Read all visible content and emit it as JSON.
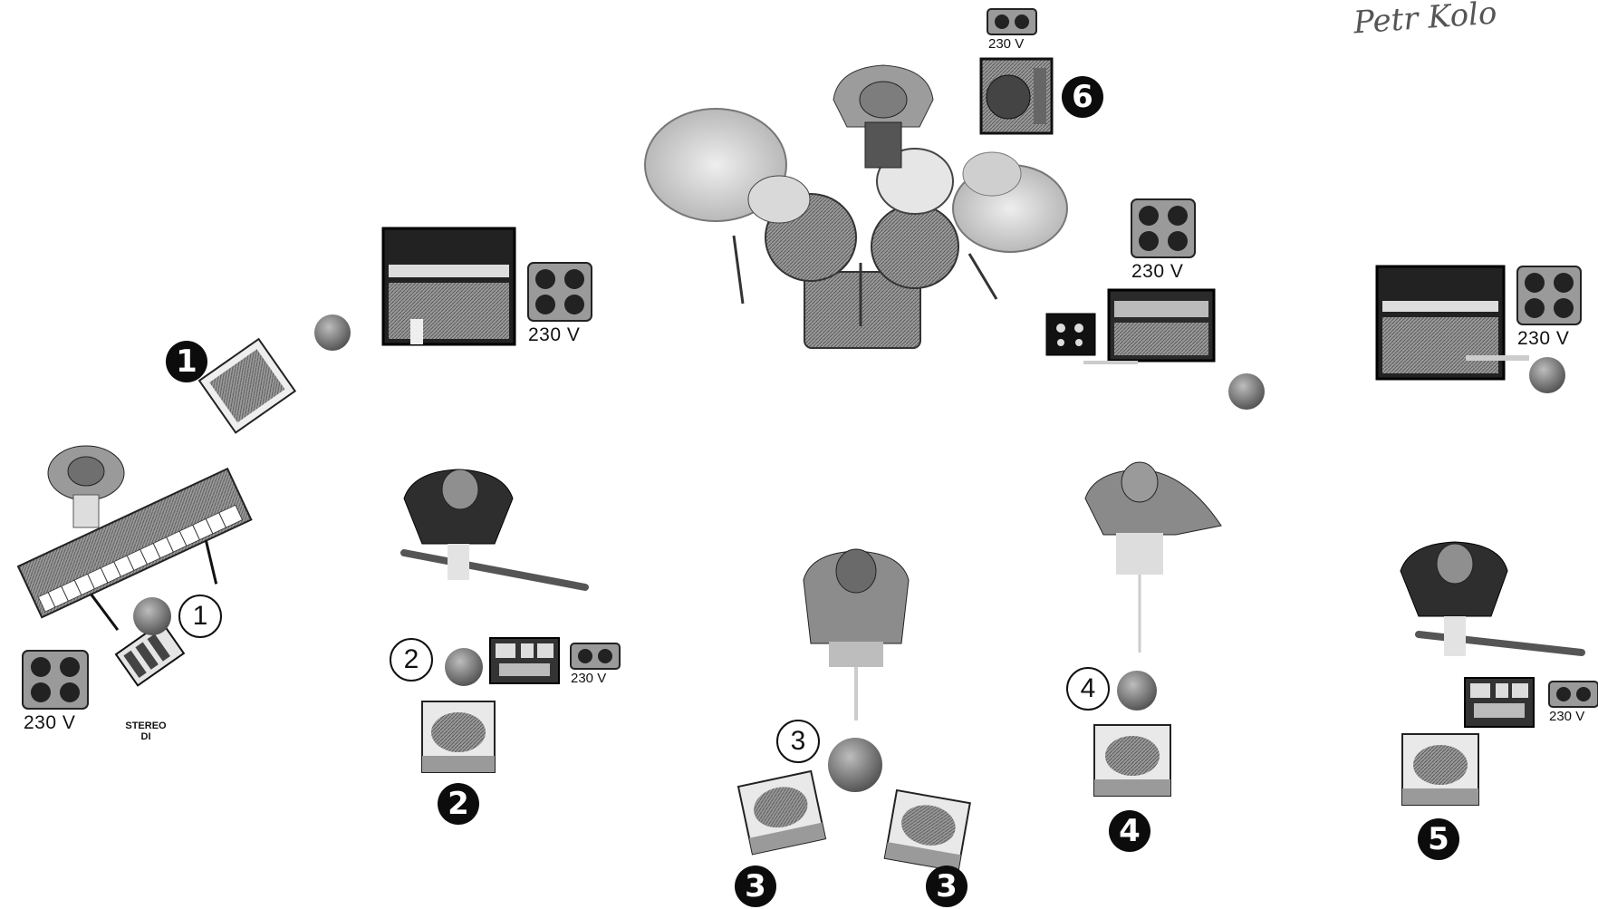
{
  "signature": "Petr Kolo",
  "power_label": "230 V",
  "di_box": {
    "line1": "STEREO",
    "line2": "DI"
  },
  "monitor_numbers": [
    "1",
    "2",
    "3",
    "3",
    "4",
    "5",
    "6"
  ],
  "channel_numbers": [
    "1",
    "2",
    "3",
    "4"
  ],
  "colors": {
    "ink": "#111111",
    "gray": "#8a8a8a",
    "light": "#cfcfcf",
    "background": "#ffffff"
  }
}
